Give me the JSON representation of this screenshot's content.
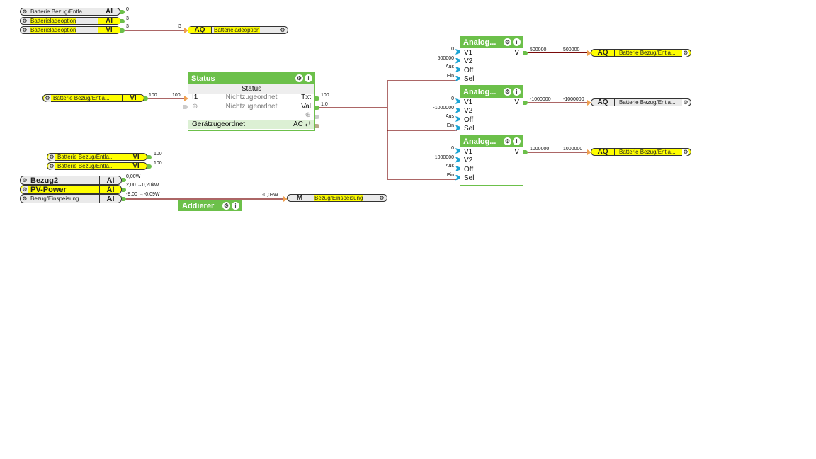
{
  "canvas": {
    "inputs_top": [
      {
        "name": "Batterie Bezug/Entla...",
        "type": "AI",
        "value": "0",
        "highlight": false
      },
      {
        "name": "Batterieladeoption",
        "type": "AI",
        "value": "3",
        "highlight": true
      },
      {
        "name": "Batterieladeoption",
        "type": "VI",
        "value": "3",
        "highlight": true
      }
    ],
    "aq_ladeoption": {
      "type": "AQ",
      "name": "Batterieladeoption",
      "in_value": "3"
    },
    "vi_status_in": {
      "name": "Batterie Bezug/Entla...",
      "type": "VI",
      "out_value": "100",
      "in_value": "100"
    },
    "status_block": {
      "title": "Status",
      "subtitle": "Status",
      "rows": [
        {
          "left": "I1",
          "mid": "Nichtzugeordnet",
          "right": "Txt",
          "out": "100"
        },
        {
          "left": "",
          "mid": "Nichtzugeordnet",
          "right": "Val",
          "out": "1,0"
        }
      ],
      "footer_left": "Gerätzugeordnet",
      "footer_right": "AC ⇄"
    },
    "analog_blocks": [
      {
        "title": "Analog...",
        "inputs": {
          "V1": "0",
          "V2": "500000",
          "Off": "Aus",
          "Sel": "Ein"
        },
        "output_label": "V",
        "out": "500000"
      },
      {
        "title": "Analog...",
        "inputs": {
          "V1": "0",
          "V2": "-1000000",
          "Off": "Aus",
          "Sel": "Ein"
        },
        "output_label": "V",
        "out": "-1000000"
      },
      {
        "title": "Analog...",
        "inputs": {
          "V1": "0",
          "V2": "1000000",
          "Off": "Aus",
          "Sel": "Ein"
        },
        "output_label": "V",
        "out": "1000000"
      }
    ],
    "pin_labels": [
      "V1",
      "V2",
      "Off",
      "Sel"
    ],
    "aq_outputs": [
      {
        "type": "AQ",
        "name": "Batterie Bezug/Entla...",
        "in_value": "500000",
        "highlight": true
      },
      {
        "type": "AQ",
        "name": "Batterie Bezug/Entla...",
        "in_value": "-1000000",
        "highlight": false
      },
      {
        "type": "AQ",
        "name": "Batterie Bezug/Entla...",
        "in_value": "1000000",
        "highlight": true
      }
    ],
    "vi_pair": [
      {
        "name": "Batterie Bezug/Entla...",
        "type": "VI",
        "value": "100"
      },
      {
        "name": "Batterie Bezug/Entla...",
        "type": "VI",
        "value": "100"
      }
    ],
    "power_inputs": [
      {
        "name": "Bezug2",
        "type": "AI",
        "value": "0,00W",
        "big": true,
        "highlight": false
      },
      {
        "name": "PV-Power",
        "type": "AI",
        "value": "2,00 →0,20kW",
        "big": true,
        "highlight": true
      },
      {
        "name": "Bezug/Einspeisung",
        "type": "AI",
        "value": "-9,00 →-0,09W",
        "big": false,
        "highlight": false
      }
    ],
    "addierer": {
      "title": "Addierer"
    },
    "m_output": {
      "type": "M",
      "name": "Bezug/Einspeisung",
      "in_value": "-0,09W"
    },
    "icons": {
      "gear": "⚙",
      "info": "i"
    }
  }
}
